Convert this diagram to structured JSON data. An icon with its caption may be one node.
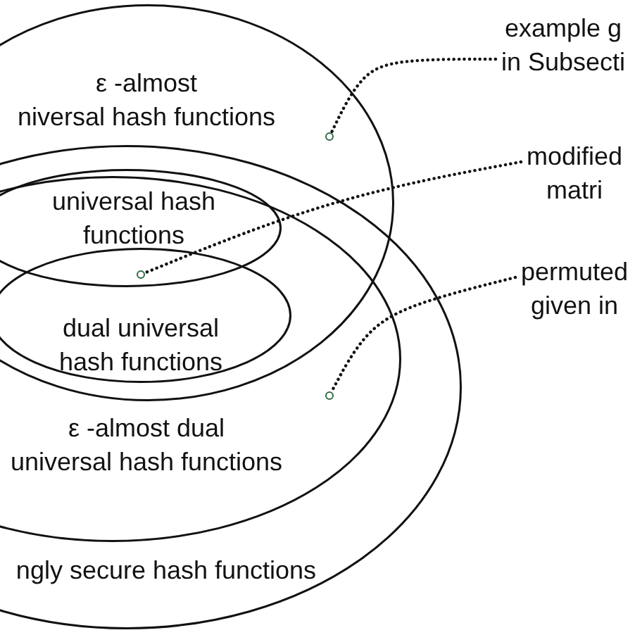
{
  "diagram": {
    "nodes": [
      {
        "text": [
          "ngly secure hash functions"
        ]
      },
      {
        "text": [
          "ε -almost niversal hash functions"
        ]
      },
      {
        "text": [
          "ε -almost dual universal hash functions"
        ],
        "in": 0
      },
      {
        "text": [
          "universal hash functions"
        ]
      },
      {
        "text": [
          "dual universal hash functions"
        ]
      },
      {
        "text": [
          "example g in Subsecti"
        ]
      },
      {
        "text": [
          "modified matri"
        ]
      },
      {
        "text": [
          "permuted given in"
        ]
      },
      {
        "text": [],
        "shape": "circle",
        "in": 1
      },
      {
        "text": [],
        "shape": "circle"
      },
      {
        "text": [],
        "shape": "circle",
        "in": 2
      }
    ],
    "edges": [
      {
        "from": 5,
        "to": 8,
        "arrow": "none",
        "style": "dashed"
      },
      {
        "from": 6,
        "to": 9,
        "arrow": "none",
        "style": "dashed"
      },
      {
        "from": 7,
        "to": 10,
        "arrow": "none",
        "style": "dashed"
      }
    ]
  }
}
